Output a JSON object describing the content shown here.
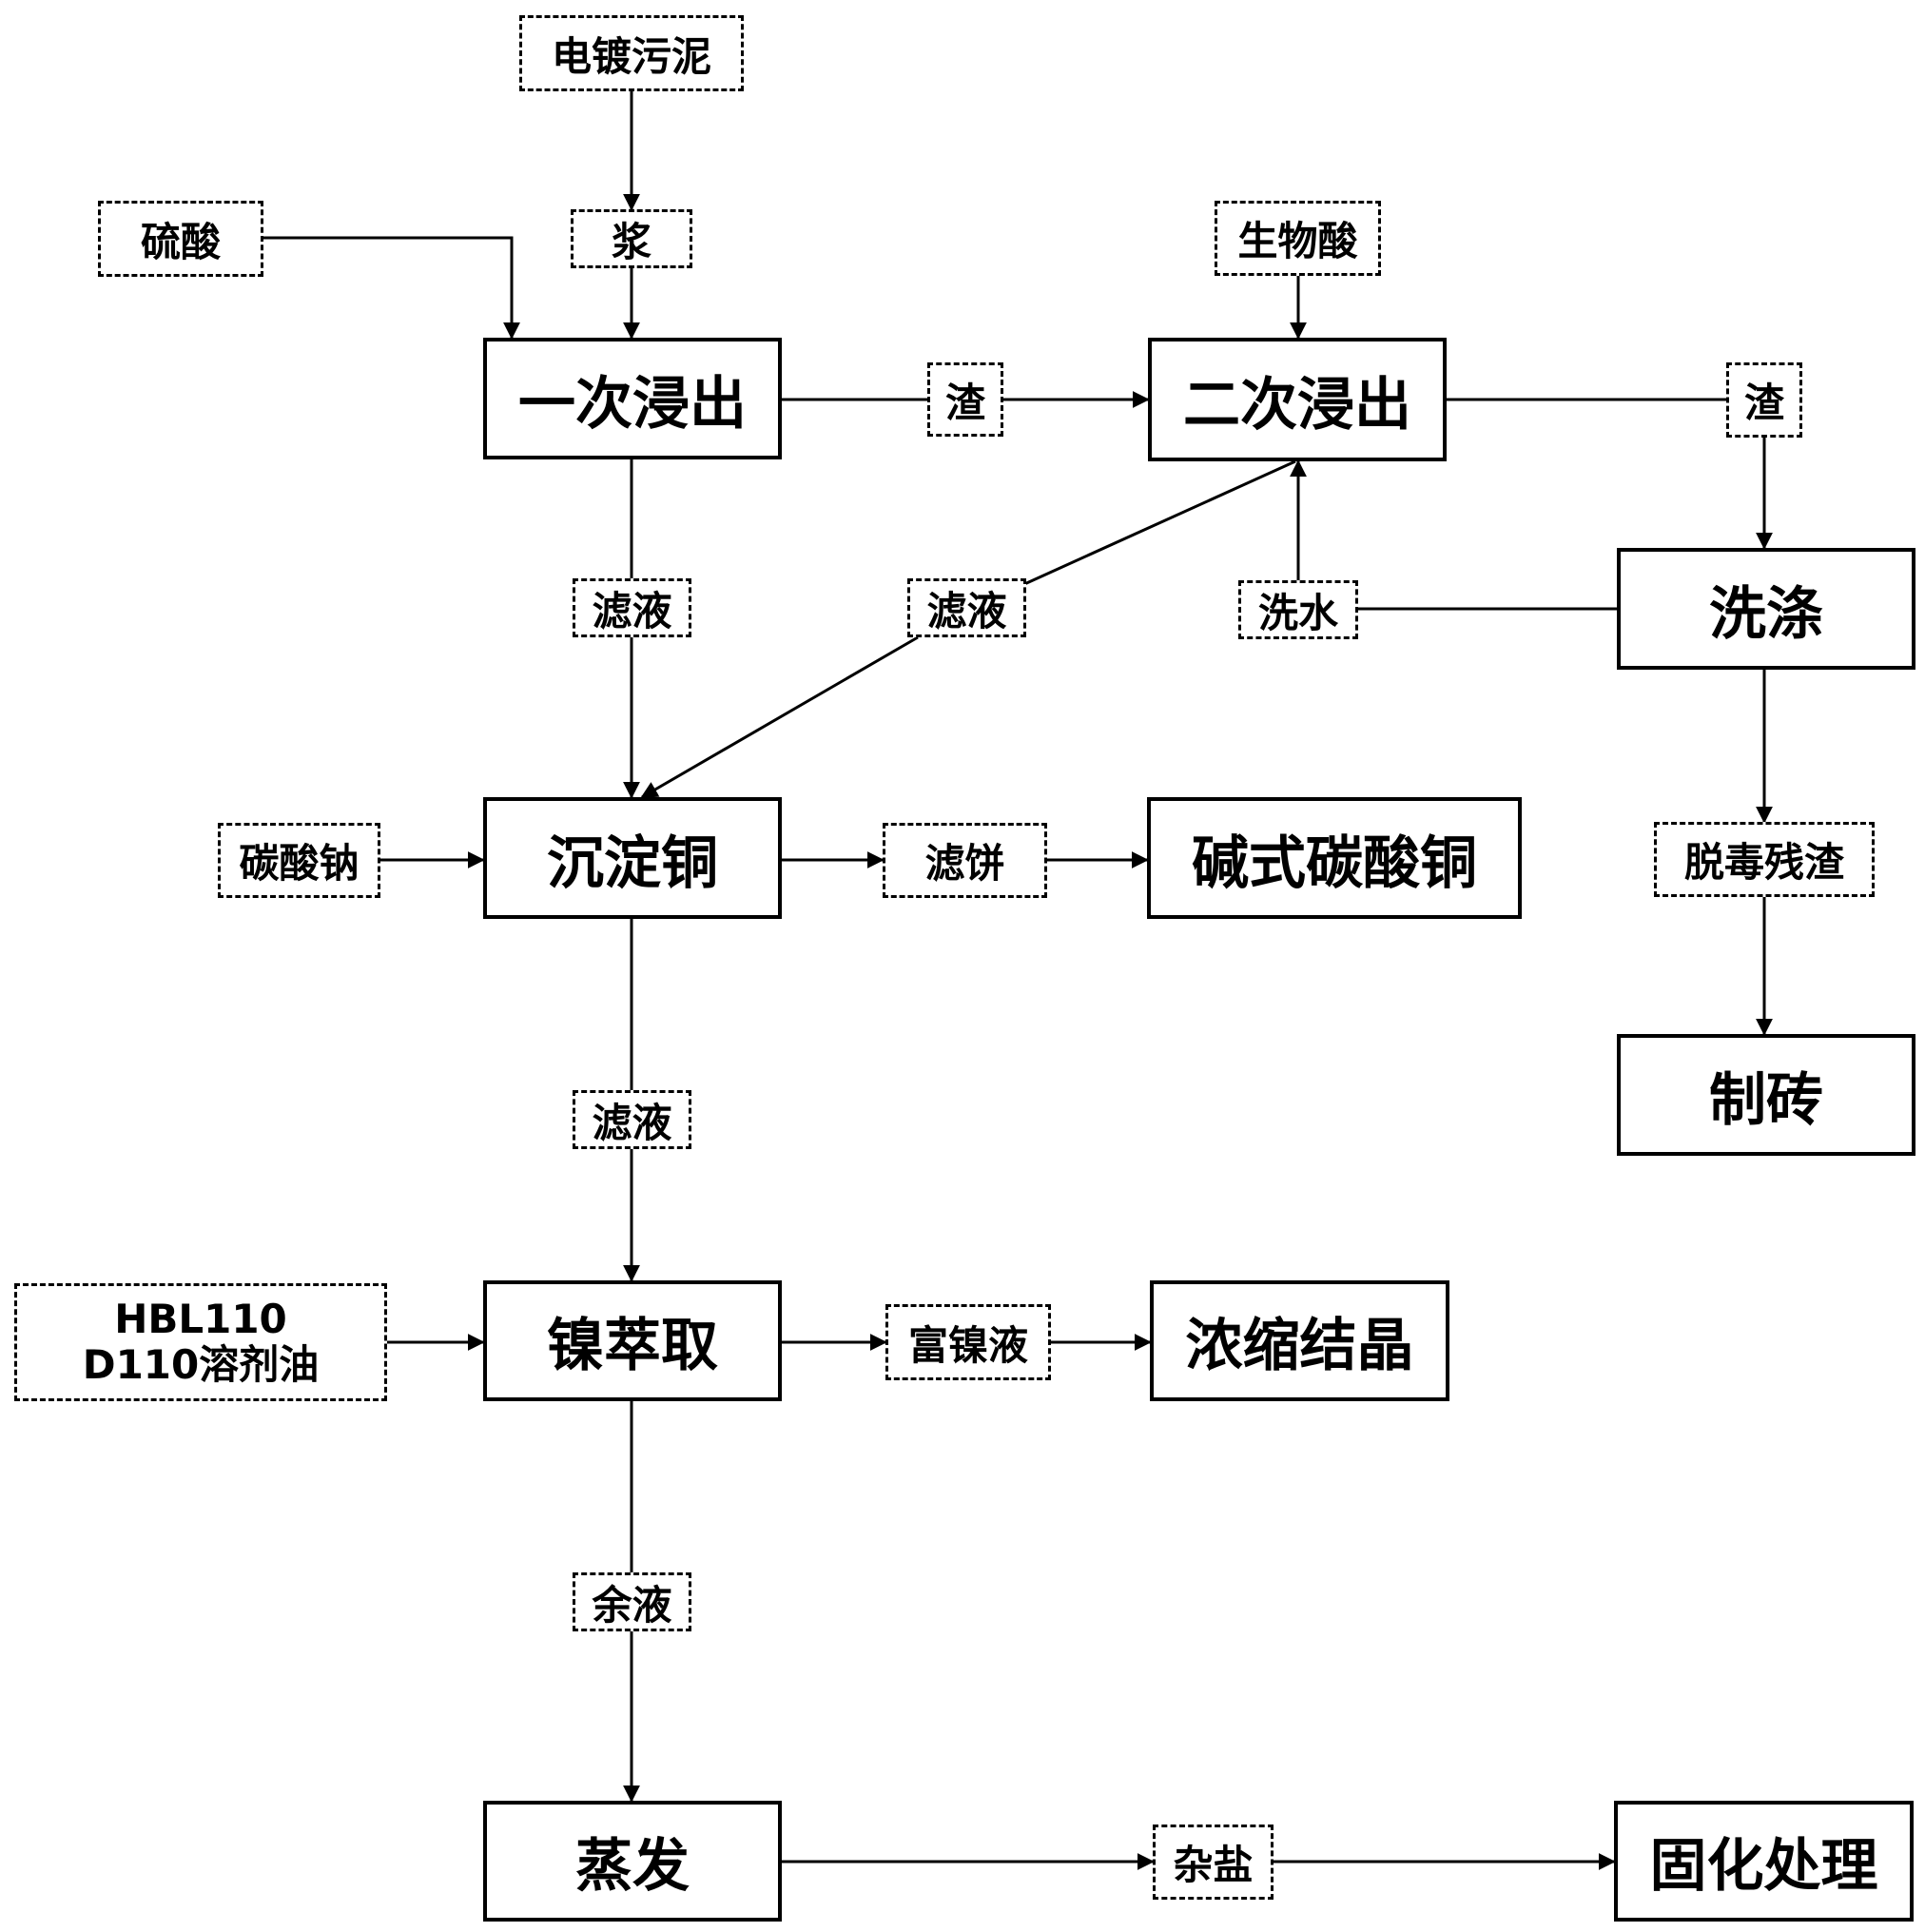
{
  "nodes": {
    "sludge": "电镀污泥",
    "slurry": "浆",
    "sulfuric_acid": "硫酸",
    "leach1": "一次浸出",
    "residue1": "渣",
    "leach2": "二次浸出",
    "bio_acid": "生物酸",
    "residue2": "渣",
    "washing": "洗涤",
    "wash_water": "洗水",
    "filtrate1": "滤液",
    "filtrate2": "滤液",
    "sodium_carbonate": "碳酸钠",
    "cu_precip": "沉淀铜",
    "filter_cake": "滤饼",
    "basic_cu_carbonate": "碱式碳酸铜",
    "detox_residue": "脱毒残渣",
    "brick": "制砖",
    "filtrate3": "滤液",
    "extractant_line1": "HBL110",
    "extractant_line2": "D110溶剂油",
    "ni_extraction": "镍萃取",
    "ni_rich": "富镍液",
    "concentrate": "浓缩结晶",
    "raffinate": "余液",
    "evaporation": "蒸发",
    "mixed_salt": "杂盐",
    "solidify": "固化处理"
  }
}
